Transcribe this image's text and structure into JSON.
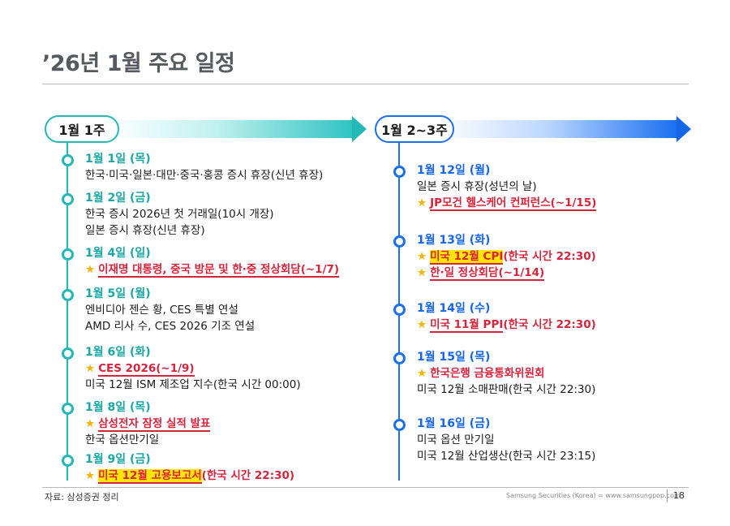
{
  "title": "’26년 1월 주요 일정",
  "week1": {
    "label": "1월 1주",
    "entries": [
      {
        "date": "1월 1일 (목)",
        "lines": [
          "한국·미국·일본·대만·중국·홍콩 증시 휴장(신년 휴장)"
        ]
      },
      {
        "date": "1월 2일 (금)",
        "lines": [
          "한국 증시 2026년 첫 거래일(10시 개장)",
          "일본 증시 휴장(신년 휴장)"
        ]
      },
      {
        "date": "1월 4일 (일)",
        "highlight": "이재명 대통령, 중국 방문 및 한·중 정상회담(~1/7)"
      },
      {
        "date": "1월 5일 (월)",
        "lines": [
          "엔비디아 젠슨 황, CES 특별 연설",
          "AMD 리사 수, CES 2026 기조 연설"
        ]
      },
      {
        "date": "1월 6일 (화)",
        "highlight": "CES 2026(~1/9)",
        "lines": [
          "미국 12월 ISM 제조업 지수(한국 시간 00:00)"
        ]
      },
      {
        "date": "1월 8일 (목)",
        "highlight": "삼성전자 잠정 실적 발표",
        "lines": [
          "한국 옵션만기일"
        ]
      },
      {
        "date": "1월 9일 (금)",
        "highlight": "미국 12월 고용보고서",
        "suffix": "(한국 시간 22:30)"
      }
    ]
  },
  "week2": {
    "label": "1월 2~3주",
    "entries": [
      {
        "date": "1월 12일 (월)",
        "lines": [
          "일본 증시 휴장(성년의 날)"
        ],
        "highlight": "JP모건 헬스케어 컨퍼런스(~1/15)"
      },
      {
        "date": "1월 13일 (화)",
        "highlight": "미국 12월 CPI",
        "suffix": "(한국 시간 22:30)",
        "highlight2": "한·일 정상회담(~1/14)"
      },
      {
        "date": "1월 14일 (수)",
        "highlight": "미국 11월 PPI",
        "suffix": "(한국 시간 22:30)"
      },
      {
        "date": "1월 15일 (목)",
        "highlight": "한국은행 금융통화위원회",
        "lines": [
          "미국 12월 소매판매(한국 시간 22:30)"
        ]
      },
      {
        "date": "1월 16일 (금)",
        "lines": [
          "미국 옵션 만기일",
          "미국 12월 산업생산(한국 시간 23:15)"
        ]
      }
    ]
  },
  "star_glyph": "★",
  "footer": {
    "source": "자료: 삼성증권 정리",
    "credit": "Samsung Securities (Korea) = www.samsungpop.com",
    "page": "18"
  },
  "colors": {
    "teal": "#22b8b6",
    "blue": "#1a6ff0",
    "red": "#d8233c",
    "yellow": "#ffe600",
    "star": "#f5b400"
  }
}
